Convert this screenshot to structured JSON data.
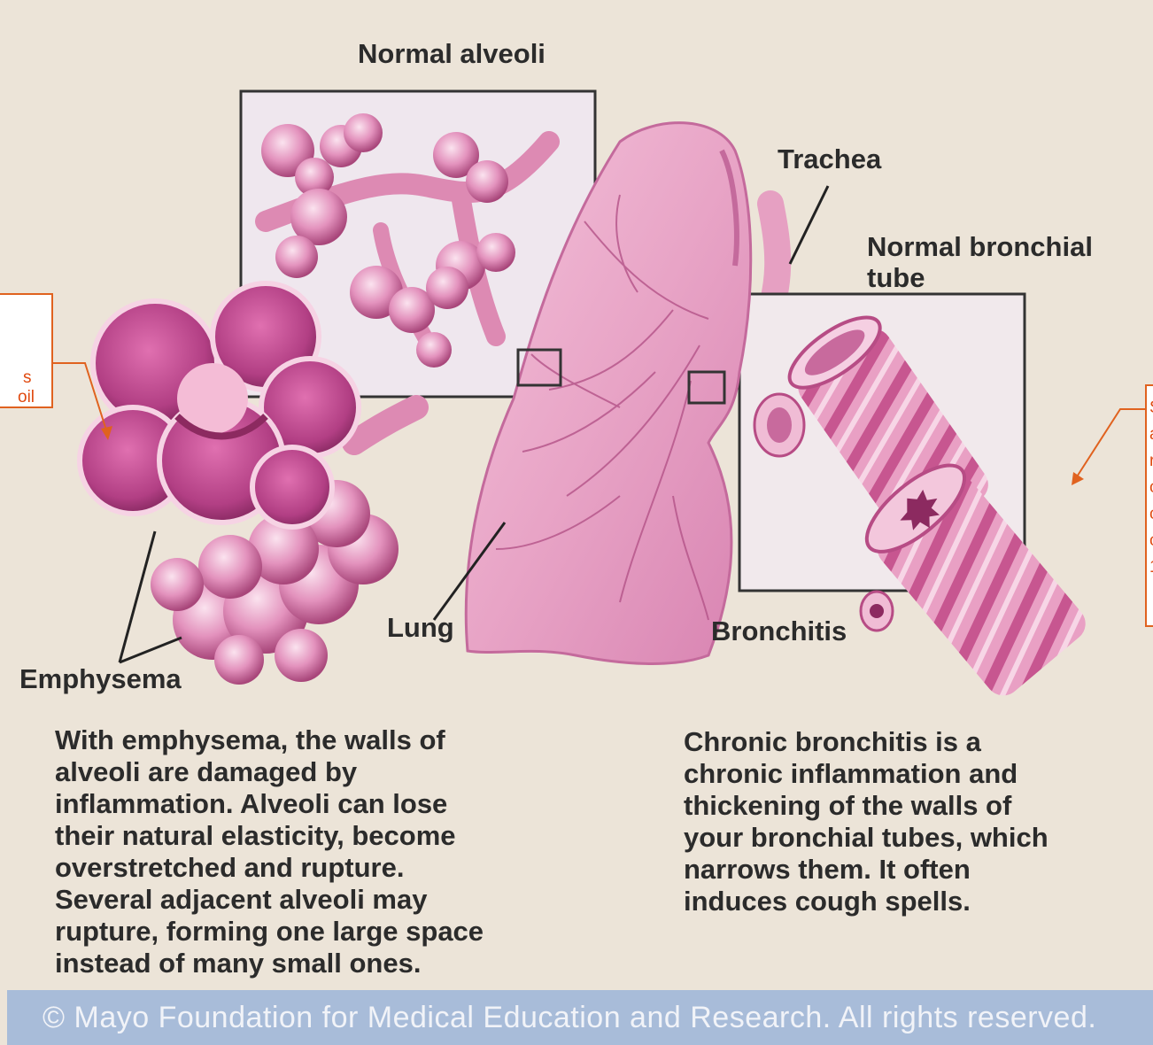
{
  "labels": {
    "normal_alveoli": "Normal alveoli",
    "trachea": "Trachea",
    "normal_bronchial_tube_line1": "Normal bronchial",
    "normal_bronchial_tube_line2": "tube",
    "lung": "Lung",
    "bronchitis": "Bronchitis",
    "emphysema": "Emphysema"
  },
  "emphysema_text": [
    "With emphysema, the walls of",
    "alveoli are damaged by",
    "inflammation. Alveoli can lose",
    "their natural elasticity, become",
    "overstretched and rupture.",
    "Several adjacent alveoli may",
    "rupture, forming one large space",
    "instead of many small ones."
  ],
  "bronchitis_text": [
    "Chronic bronchitis is a",
    "chronic inflammation and",
    "thickening of the walls of",
    "your bronchial tubes, which",
    "narrows them. It often",
    "induces cough spells."
  ],
  "callouts": {
    "left": [
      "s",
      "oil"
    ],
    "right": [
      "S",
      "a",
      "r",
      "c",
      "c",
      "c",
      "1"
    ]
  },
  "footer": "© Mayo Foundation for Medical Education and Research.  All rights reserved.",
  "colors": {
    "background": "#ece4d8",
    "tissue_pink": "#e79ac0",
    "tissue_dark": "#b24a82",
    "tissue_light": "#f6d3e4",
    "callout_border": "#e0621f",
    "footer_band": "#a8bcd9"
  }
}
